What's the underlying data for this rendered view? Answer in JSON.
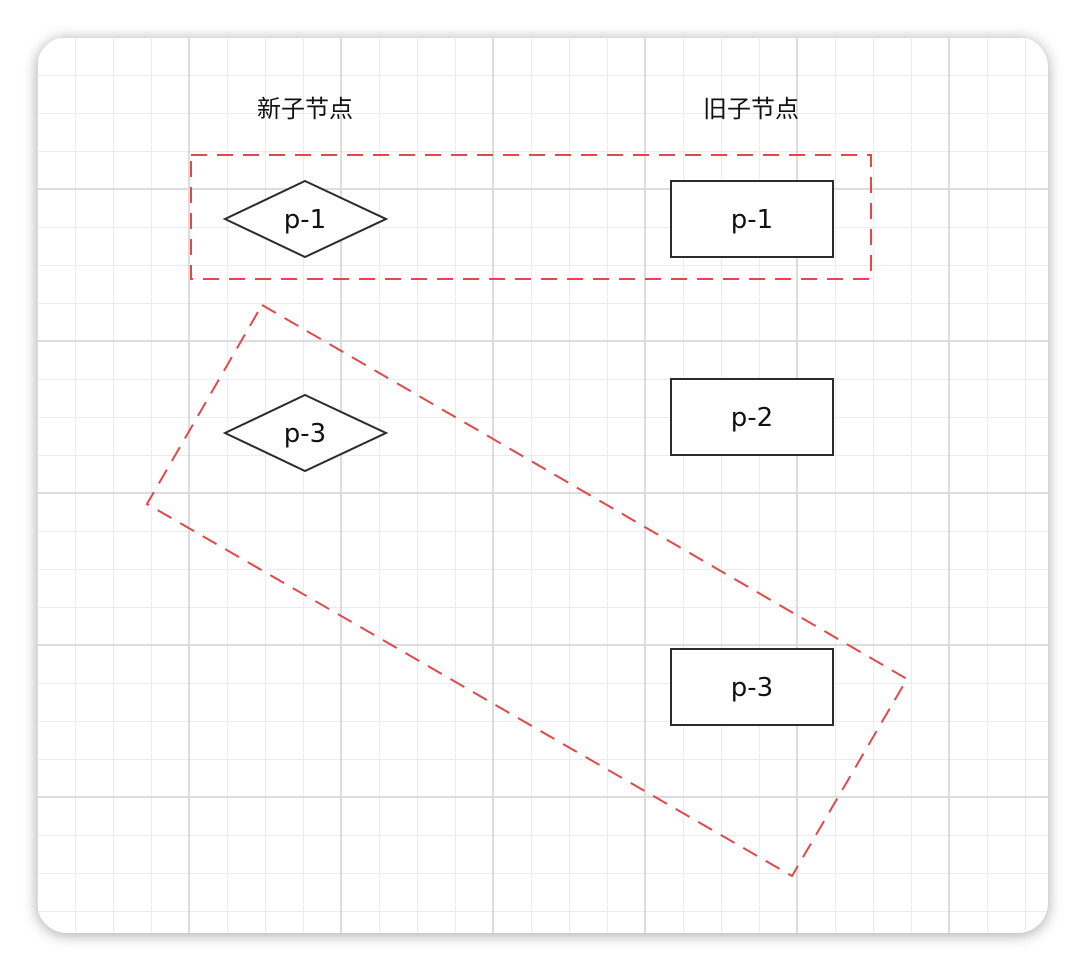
{
  "headings": {
    "new_children": "新子节点",
    "old_children": "旧子节点"
  },
  "new_nodes": [
    {
      "label": "p-1",
      "shape": "diamond"
    },
    {
      "label": "p-3",
      "shape": "diamond"
    }
  ],
  "old_nodes": [
    {
      "label": "p-1",
      "shape": "rectangle"
    },
    {
      "label": "p-2",
      "shape": "rectangle"
    },
    {
      "label": "p-3",
      "shape": "rectangle"
    }
  ],
  "colors": {
    "highlight": "#e0484b",
    "node_stroke": "#2b2b2b",
    "grid_major": "#dcdcdc",
    "grid_minor": "#ececec"
  }
}
